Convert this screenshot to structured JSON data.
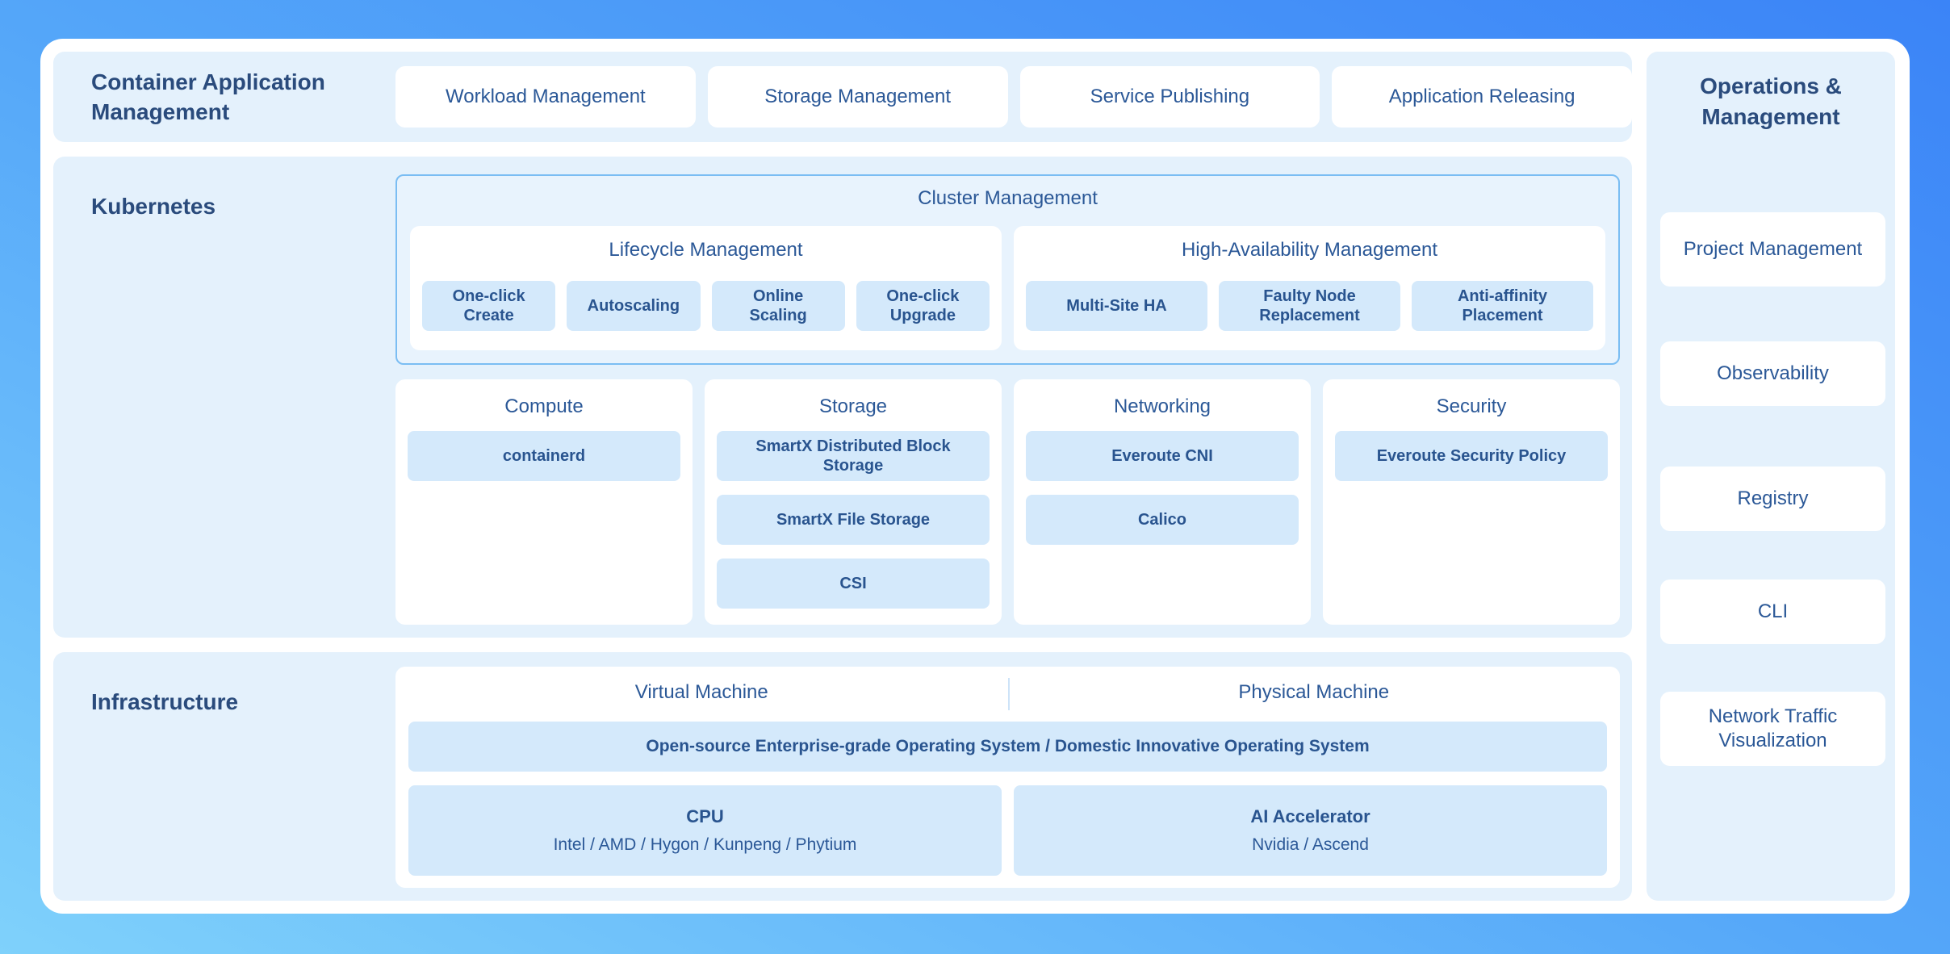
{
  "palette": {
    "background_gradient_start": "#7fd1fb",
    "background_gradient_end": "#3b84f7",
    "frame": "#ffffff",
    "panel": "#e4f1fc",
    "chip": "#d4e9fb",
    "cluster_border": "#7abdf3",
    "header_text": "#2a4b7c",
    "title_text": "#2b5897",
    "chip_text": "#29548f"
  },
  "top_band": {
    "title": "Container Application Management",
    "items": [
      "Workload Management",
      "Storage Management",
      "Service Publishing",
      "Application Releasing"
    ]
  },
  "kubernetes": {
    "title": "Kubernetes",
    "cluster_management": {
      "title": "Cluster Management",
      "groups": [
        {
          "title": "Lifecycle Management",
          "chips": [
            "One-click Create",
            "Autoscaling",
            "Online Scaling",
            "One-click Upgrade"
          ]
        },
        {
          "title": "High-Availability Management",
          "chips": [
            "Multi-Site HA",
            "Faulty Node Replacement",
            "Anti-affinity Placement"
          ]
        }
      ]
    },
    "columns": [
      {
        "title": "Compute",
        "chips": [
          "containerd"
        ]
      },
      {
        "title": "Storage",
        "chips": [
          "SmartX Distributed Block Storage",
          "SmartX File Storage",
          "CSI"
        ]
      },
      {
        "title": "Networking",
        "chips": [
          "Everoute CNI",
          "Calico"
        ]
      },
      {
        "title": "Security",
        "chips": [
          "Everoute Security Policy"
        ]
      }
    ]
  },
  "infrastructure": {
    "title": "Infrastructure",
    "machine_headers": [
      "Virtual Machine",
      "Physical Machine"
    ],
    "os_bar": "Open-source Enterprise-grade Operating System / Domestic Innovative Operating System",
    "hardware": [
      {
        "title": "CPU",
        "vendors": "Intel / AMD / Hygon / Kunpeng / Phytium"
      },
      {
        "title": "AI Accelerator",
        "vendors": "Nvidia / Ascend"
      }
    ]
  },
  "operations": {
    "title": "Operations & Management",
    "items": [
      "Project Management",
      "Observability",
      "Registry",
      "CLI",
      "Network Traffic Visualization"
    ]
  }
}
